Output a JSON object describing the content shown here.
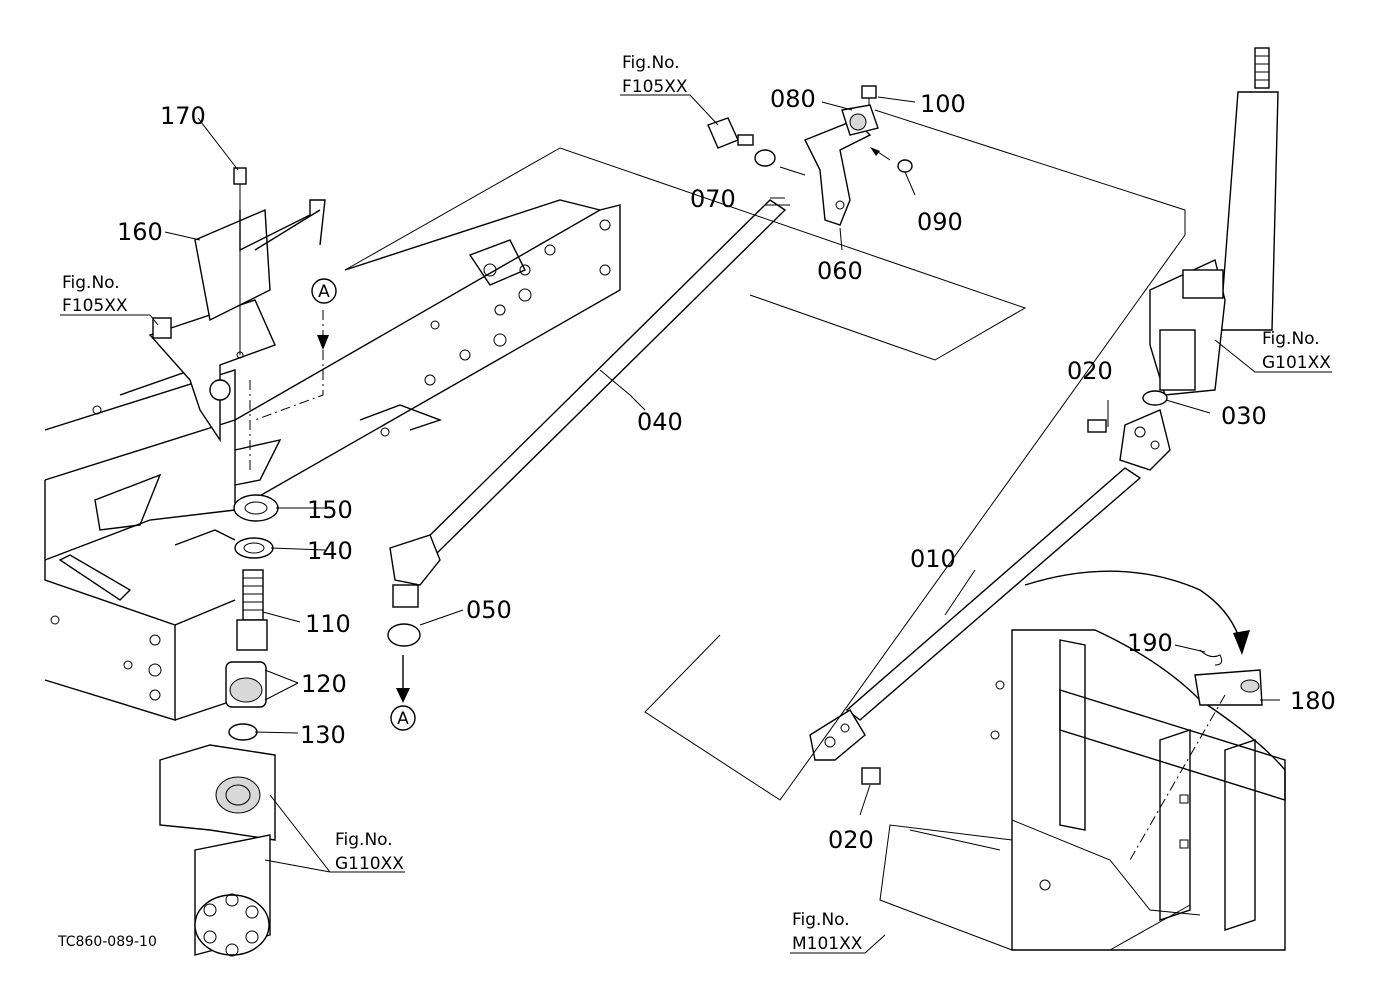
{
  "drawing_code": "TC860-089-10",
  "fig_refs": [
    {
      "id": "F105XX-top",
      "line1": "Fig.No.",
      "line2": "F105XX"
    },
    {
      "id": "F105XX-left",
      "line1": "Fig.No.",
      "line2": "F105XX"
    },
    {
      "id": "G101XX",
      "line1": "Fig.No.",
      "line2": "G101XX"
    },
    {
      "id": "G110XX",
      "line1": "Fig.No.",
      "line2": "G110XX"
    },
    {
      "id": "M101XX",
      "line1": "Fig.No.",
      "line2": "M101XX"
    }
  ],
  "part_labels": [
    "170",
    "160",
    "150",
    "140",
    "110",
    "120",
    "130",
    "040",
    "050",
    "070",
    "080",
    "100",
    "090",
    "060",
    "020",
    "030",
    "010",
    "020",
    "190",
    "180"
  ],
  "view_markers": [
    "A",
    "A"
  ]
}
